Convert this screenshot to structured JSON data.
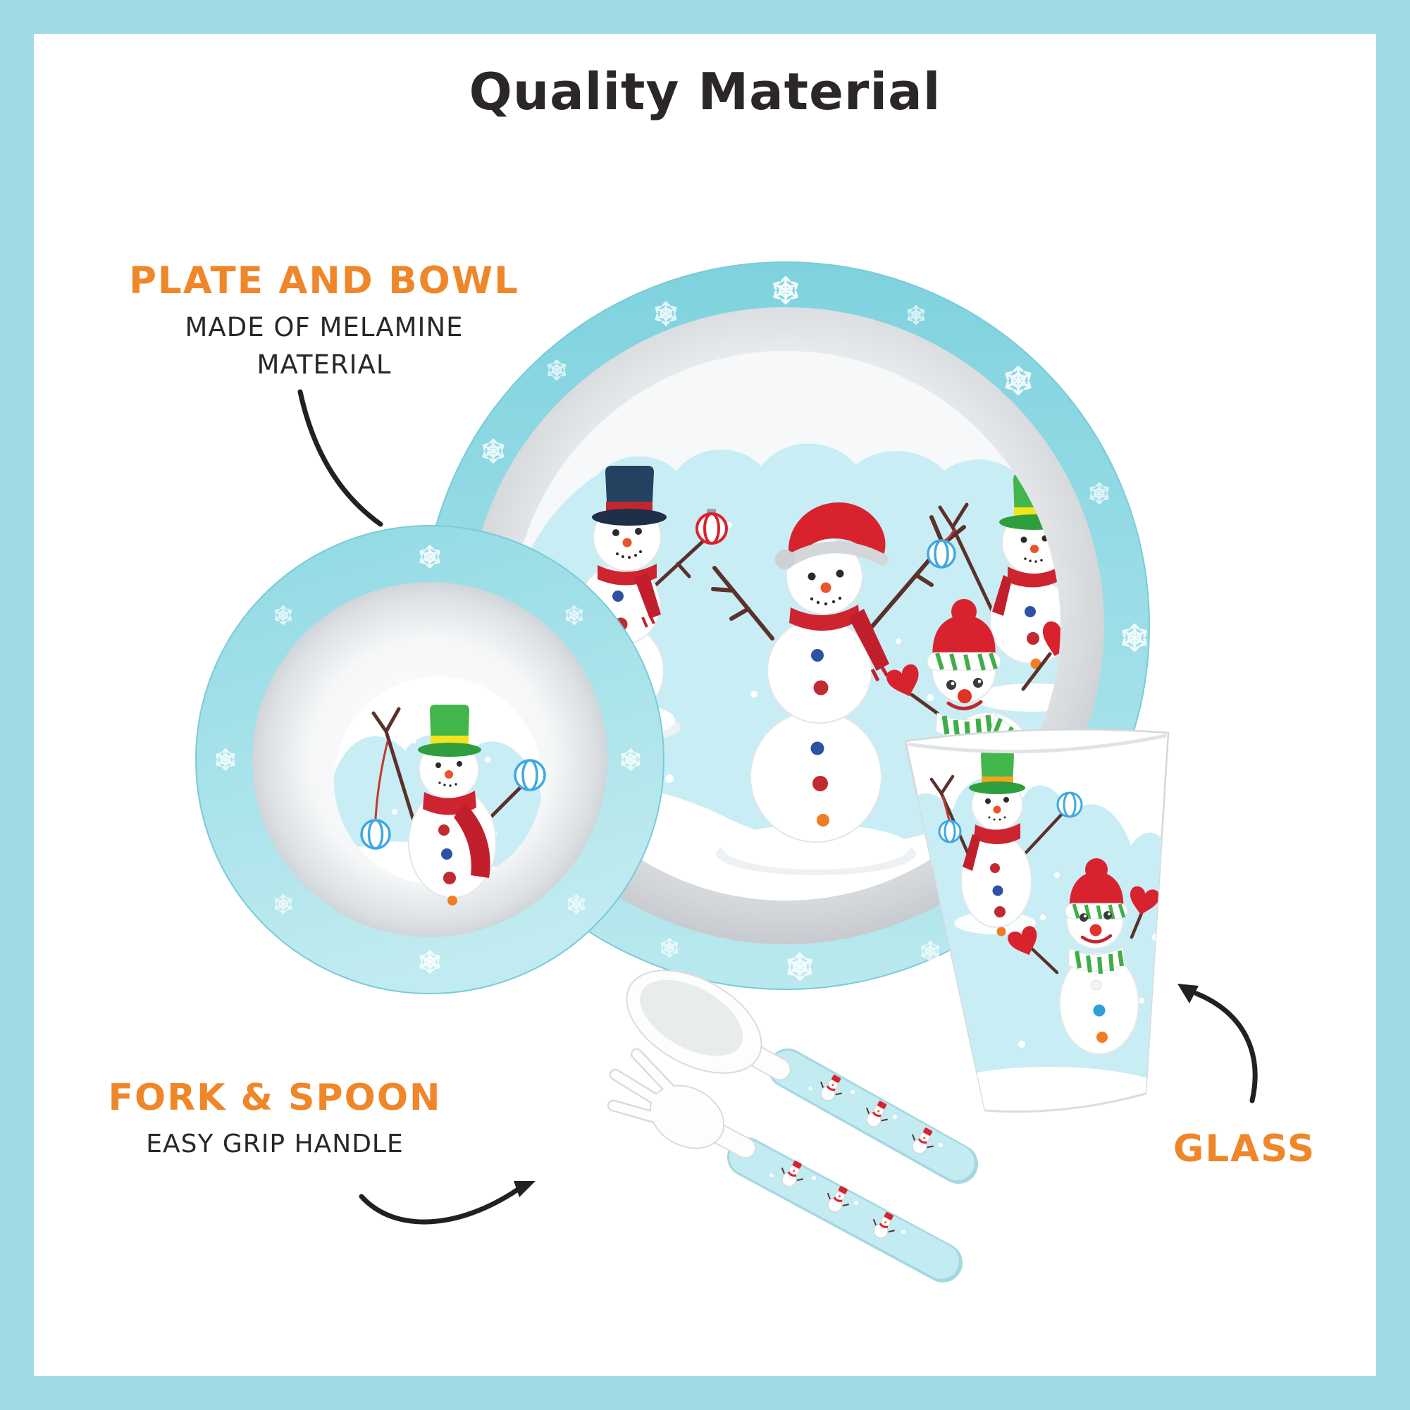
{
  "title": "Quality Material",
  "annotations": {
    "plate_bowl": {
      "label": "PLATE AND BOWL",
      "line1": "MADE OF MELAMINE",
      "line2": "MATERIAL"
    },
    "fork_spoon": {
      "label": "FORK & SPOON",
      "line1": "EASY GRIP HANDLE"
    },
    "glass": {
      "label": "GLASS"
    }
  },
  "products": [
    "plate",
    "bowl",
    "glass",
    "fork",
    "spoon"
  ],
  "theme": "christmas snowmen kids dinnerware set",
  "colors": {
    "frame_border": "#9fd9e1",
    "accent_orange": "#f0862a",
    "text_ink": "#2b2627",
    "rim_teal": "#85d5e0",
    "sky_blue": "#c9edf4",
    "snow_white": "#ffffff",
    "scarf_red": "#ce2430",
    "santa_red": "#d8232e",
    "hat_green": "#42b64a",
    "hat_navy": "#24425f",
    "band_yellow": "#f5e31c",
    "button_blue": "#2b52a3",
    "button_red": "#c02a30",
    "button_orange": "#f07d23",
    "ornament_blue": "#3fa9e0",
    "twig_brown": "#5a322b"
  }
}
